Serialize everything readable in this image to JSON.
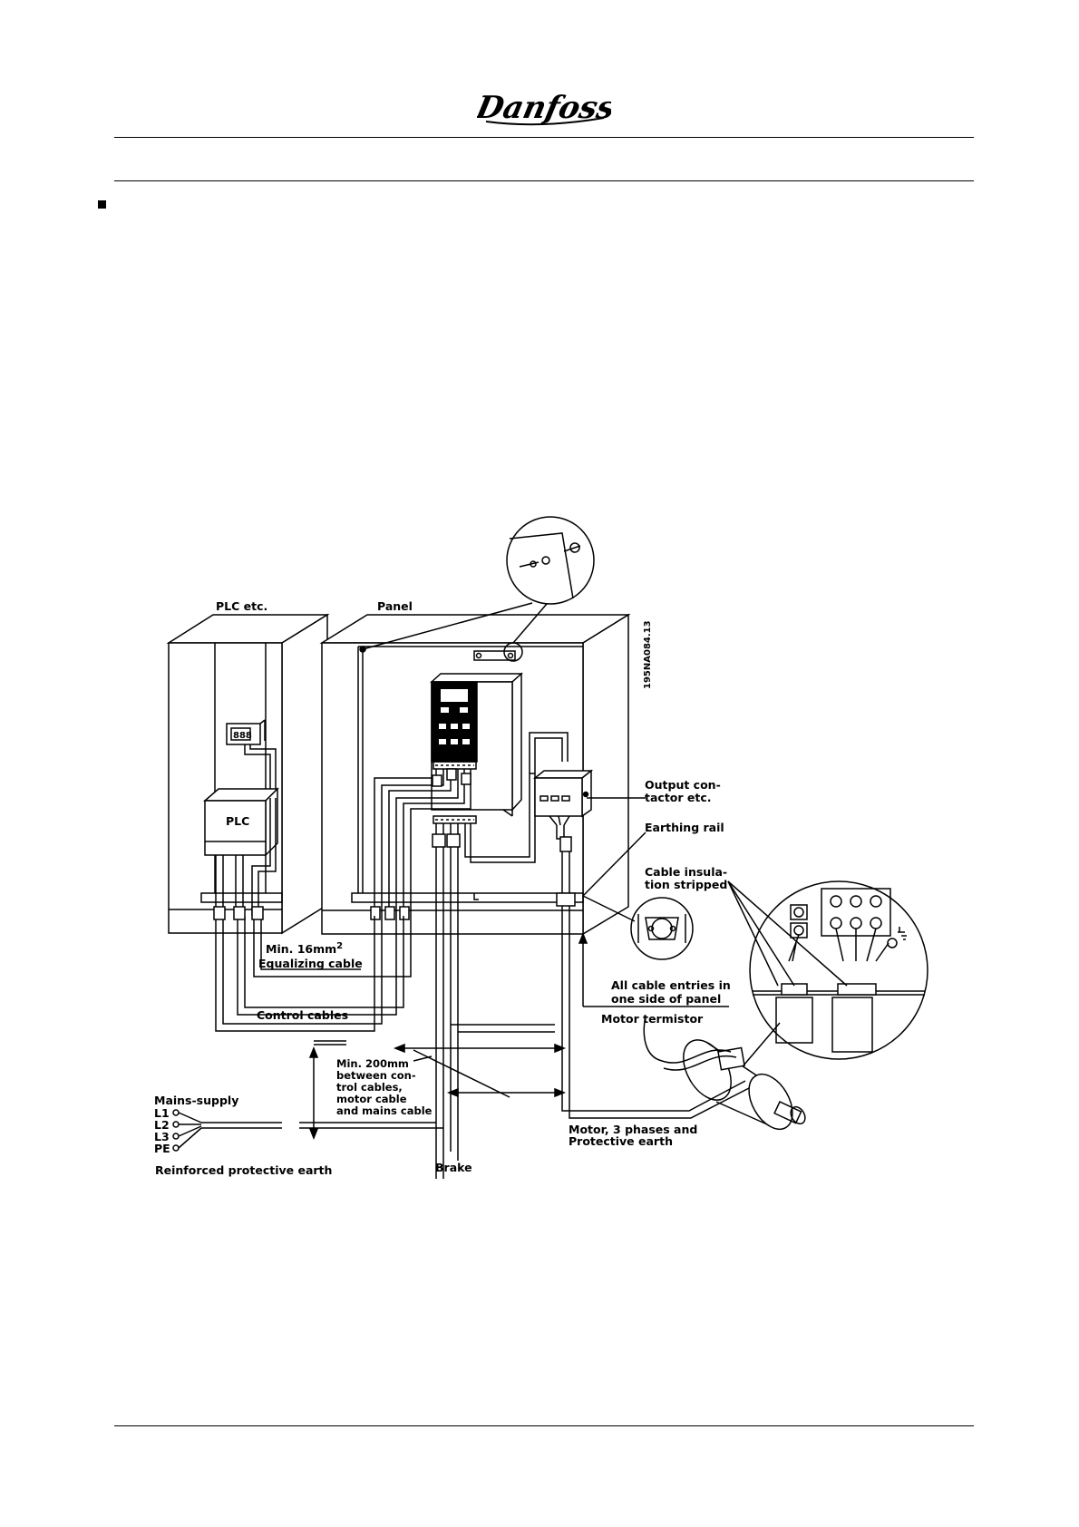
{
  "brand": {
    "name": "Danfoss"
  },
  "diagram": {
    "drawing_code": "195NA084.13",
    "labels": {
      "plc_etc": "PLC etc.",
      "panel": "Panel",
      "plc": "PLC",
      "display_digits": "888",
      "output_contactor_1": "Output con-",
      "output_contactor_2": "tactor etc.",
      "earthing_rail": "Earthing rail",
      "cable_insulation_1": "Cable insula-",
      "cable_insulation_2": "tion stripped",
      "min_16mm2": "Min. 16mm",
      "min_16mm2_sup": "2",
      "equalizing_cable": "Equalizing cable",
      "all_cable_entries_1": "All cable entries in",
      "all_cable_entries_2": "one side of panel",
      "control_cables": "Control cables",
      "motor_termistor": "Motor termistor",
      "min_200mm_1": "Min. 200mm",
      "min_200mm_2": "between con-",
      "min_200mm_3": "trol cables,",
      "min_200mm_4": "motor cable",
      "min_200mm_5": "and mains cable",
      "mains_supply": "Mains-supply",
      "l1": "L1",
      "l2": "L2",
      "l3": "L3",
      "pe": "PE",
      "reinforced_pe": "Reinforced protective earth",
      "brake": "Brake",
      "motor_1": "Motor, 3 phases and",
      "motor_2": "Protective earth"
    }
  }
}
